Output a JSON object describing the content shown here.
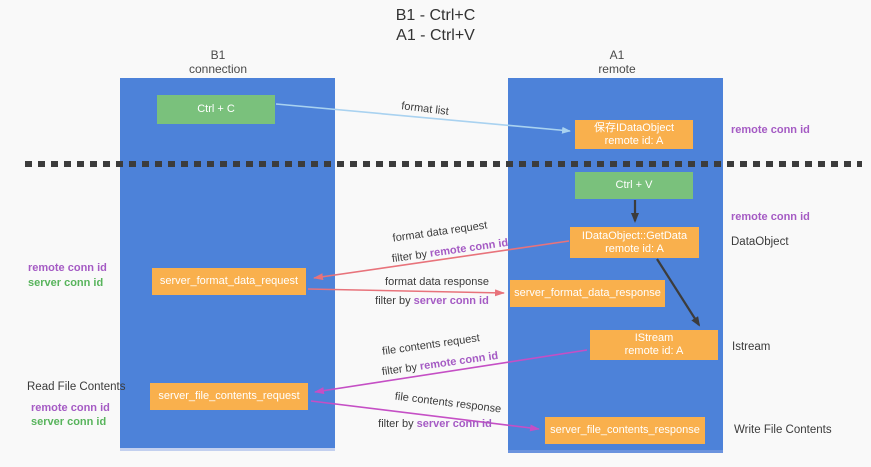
{
  "title": {
    "line1": "B1 - Ctrl+C",
    "line2": "A1 - Ctrl+V"
  },
  "columns": {
    "left": {
      "name": "B1",
      "role": "connection"
    },
    "right": {
      "name": "A1",
      "role": "remote"
    }
  },
  "boxes": {
    "ctrl_c": {
      "label": "Ctrl + C"
    },
    "ctrl_v": {
      "label": "Ctrl + V"
    },
    "save_dataobject": {
      "line1": "保存IDataObject",
      "line2": "remote id: A"
    },
    "getdata": {
      "line1": "IDataObject::GetData",
      "line2": "remote id: A"
    },
    "istream": {
      "line1": "IStream",
      "line2": "remote id: A"
    },
    "format_request": {
      "label": "server_format_data_request"
    },
    "format_response": {
      "label": "server_format_data_response"
    },
    "file_request": {
      "label": "server_file_contents_request"
    },
    "file_response": {
      "label": "server_file_contents_response"
    }
  },
  "flow_labels": {
    "format_list": "format list",
    "format_data_request": "format data request",
    "format_data_response": "format data response",
    "file_contents_request": "file contents request",
    "file_contents_response": "file contents response",
    "filter_by": "filter by",
    "remote_conn_id": "remote conn id",
    "server_conn_id": "server conn id"
  },
  "side_labels": {
    "left": {
      "remote_conn_id": "remote conn id",
      "server_conn_id": "server conn id",
      "read_file_contents": "Read File Contents",
      "remote_conn_id_2": "remote conn id",
      "server_conn_id_2": "server conn id"
    },
    "right": {
      "remote_conn_id_top": "remote conn id",
      "remote_conn_id_mid": "remote conn id",
      "dataobject": "DataObject",
      "istream": "Istream",
      "write_file_contents": "Write File Contents"
    }
  },
  "colors": {
    "column_blue": "#4d82d9",
    "box_green": "#7ac17c",
    "box_orange": "#f9b04d",
    "arrow_light_blue": "#a9d2f0",
    "arrow_red": "#e8737b",
    "arrow_magenta": "#c54fc5",
    "arrow_black": "#3c3c3c",
    "text_purple": "#a55bc4",
    "text_green": "#58b45c"
  }
}
